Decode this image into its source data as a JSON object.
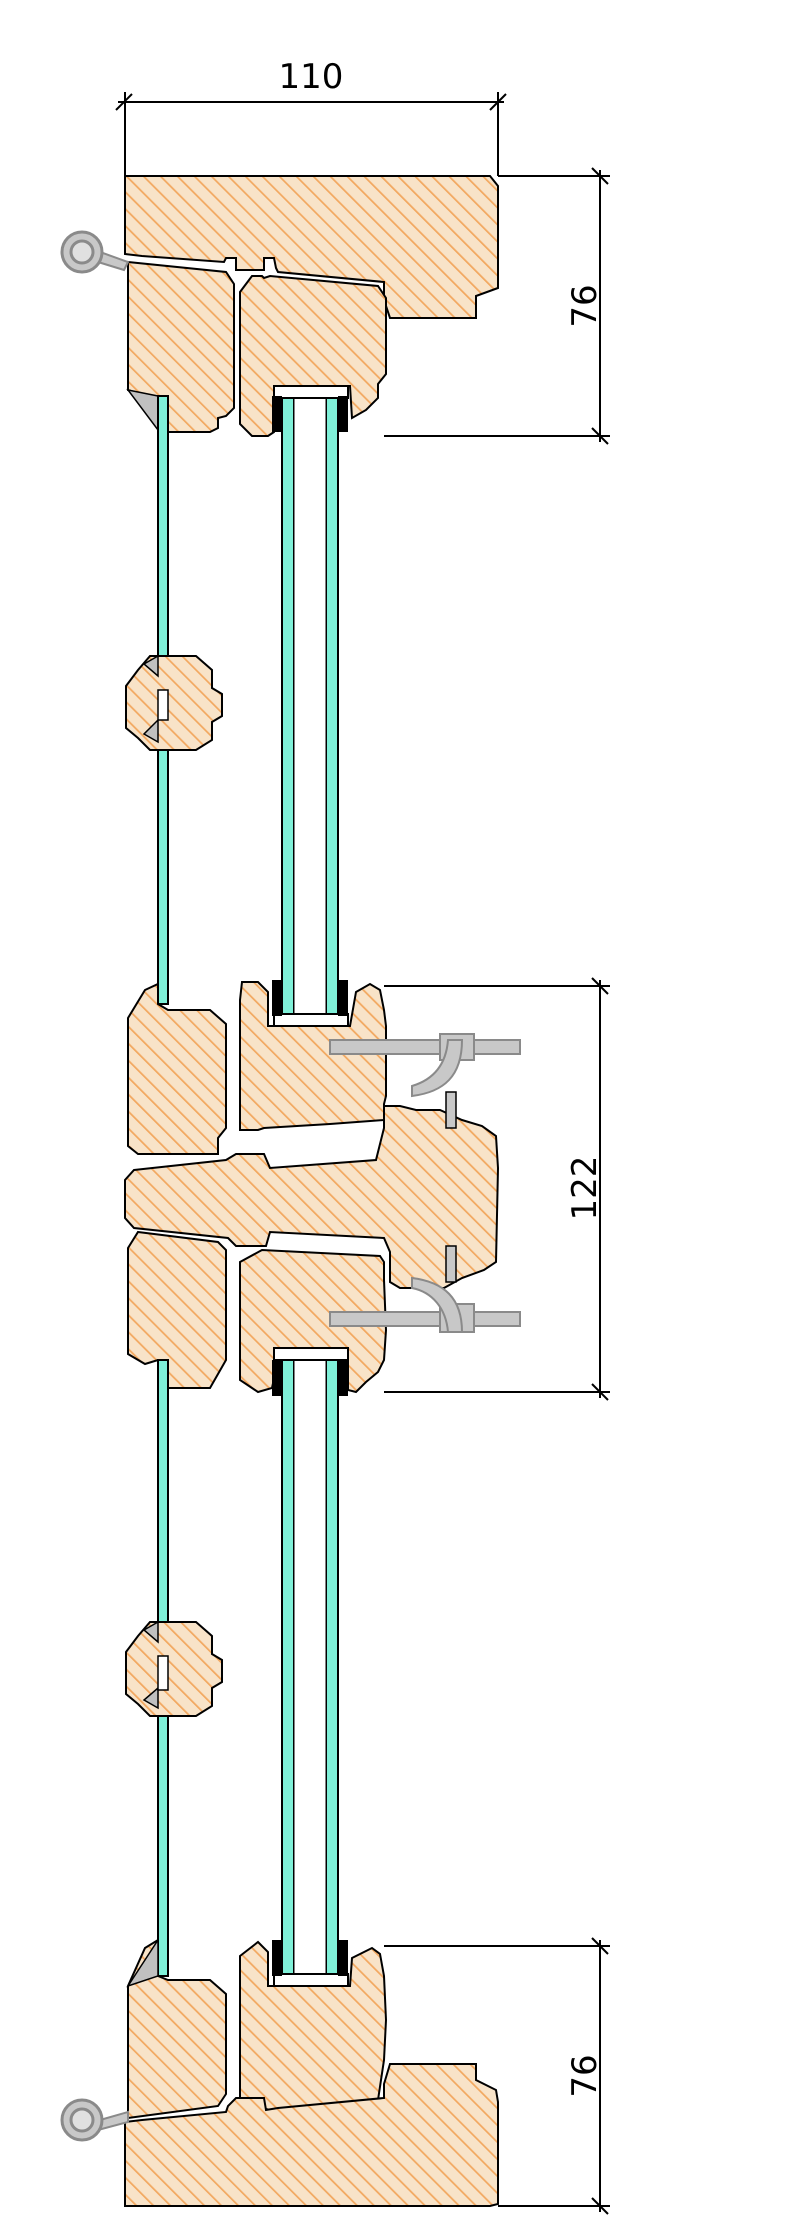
{
  "dimensions": {
    "width_label": "110",
    "top_height_label": "76",
    "middle_height_label": "122",
    "bottom_height_label": "76"
  },
  "colors": {
    "wood_fill": "#f8e3c8",
    "wood_hatch": "#f2a860",
    "glass": "#7ff0d8",
    "outline": "#000000",
    "hardware": "#c8c8c8",
    "hardware_outline": "#8a8a8a",
    "seal": "#000000",
    "bead": "#c0c0c0"
  }
}
